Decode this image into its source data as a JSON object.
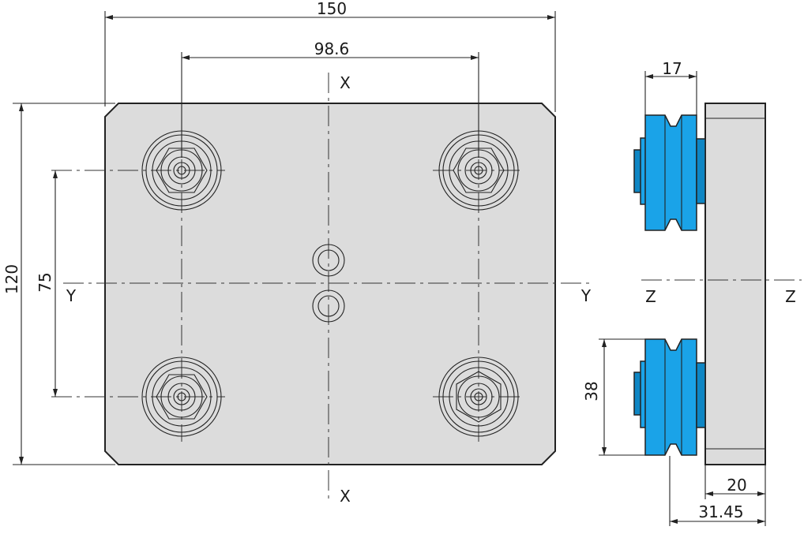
{
  "colors": {
    "plate": "#dcdcdc",
    "roller": "#1aa3e8",
    "roller_dark": "#0e86c4",
    "line": "#222222"
  },
  "dimensions": {
    "width_total": "150",
    "roller_spacing_x": "98.6",
    "height_total": "120",
    "roller_spacing_y": "75",
    "roller_width": "17",
    "roller_pitch": "38",
    "plate_thickness": "20",
    "overall_depth": "31.45"
  },
  "axes": {
    "x_top": "X",
    "x_bottom": "X",
    "y_left": "Y",
    "y_right": "Y",
    "z_left": "Z",
    "z_right": "Z"
  }
}
